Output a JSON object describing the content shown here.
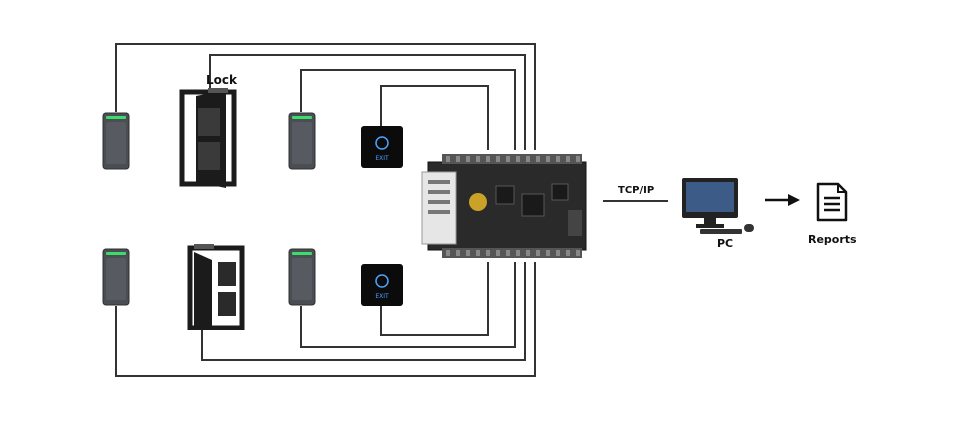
{
  "labels": {
    "lock": "Lock",
    "network": "TCP/IP",
    "pc": "PC",
    "reports": "Reports"
  },
  "exit_text": "EXIT",
  "colors": {
    "wire": "#333333",
    "reader_body": "#4a4d52",
    "reader_led": "#3ddc6a",
    "exit_button": "#0b0b0b",
    "exit_accent": "#4aa3ff",
    "door": "#1b1b1b",
    "board": "#2a2a2a"
  },
  "icons": {
    "reader": "card-reader-icon",
    "door": "door-lock-icon",
    "exit": "exit-button-icon",
    "controller": "controller-board-icon",
    "pc": "desktop-pc-icon",
    "report": "report-document-icon"
  }
}
